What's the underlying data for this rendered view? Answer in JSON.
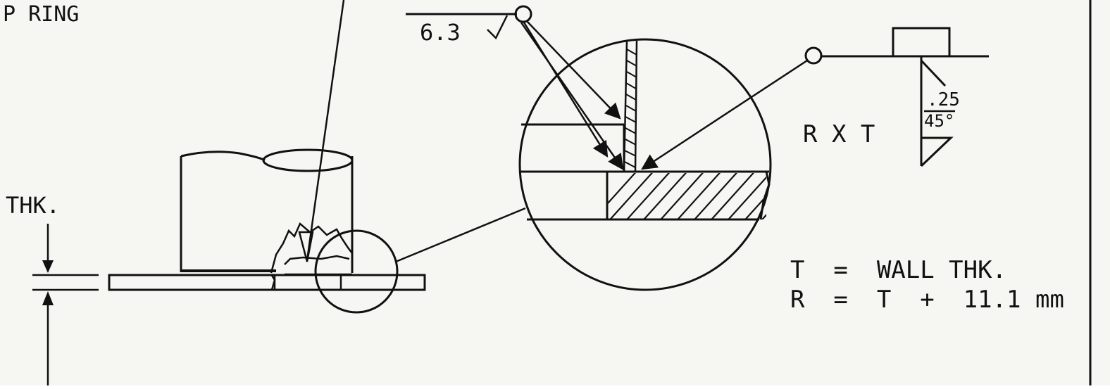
{
  "labels": {
    "ring": "P RING",
    "thk": "THK.",
    "finish": "6.3",
    "weld_size": ".25",
    "weld_angle": "45°",
    "weld_ref": "R X T",
    "eq_t": "T  =  WALL THK.",
    "eq_r": "R  =  T  +  11.1 mm"
  },
  "colors": {
    "ink": "#111111",
    "paper": "#f6f6f3"
  }
}
